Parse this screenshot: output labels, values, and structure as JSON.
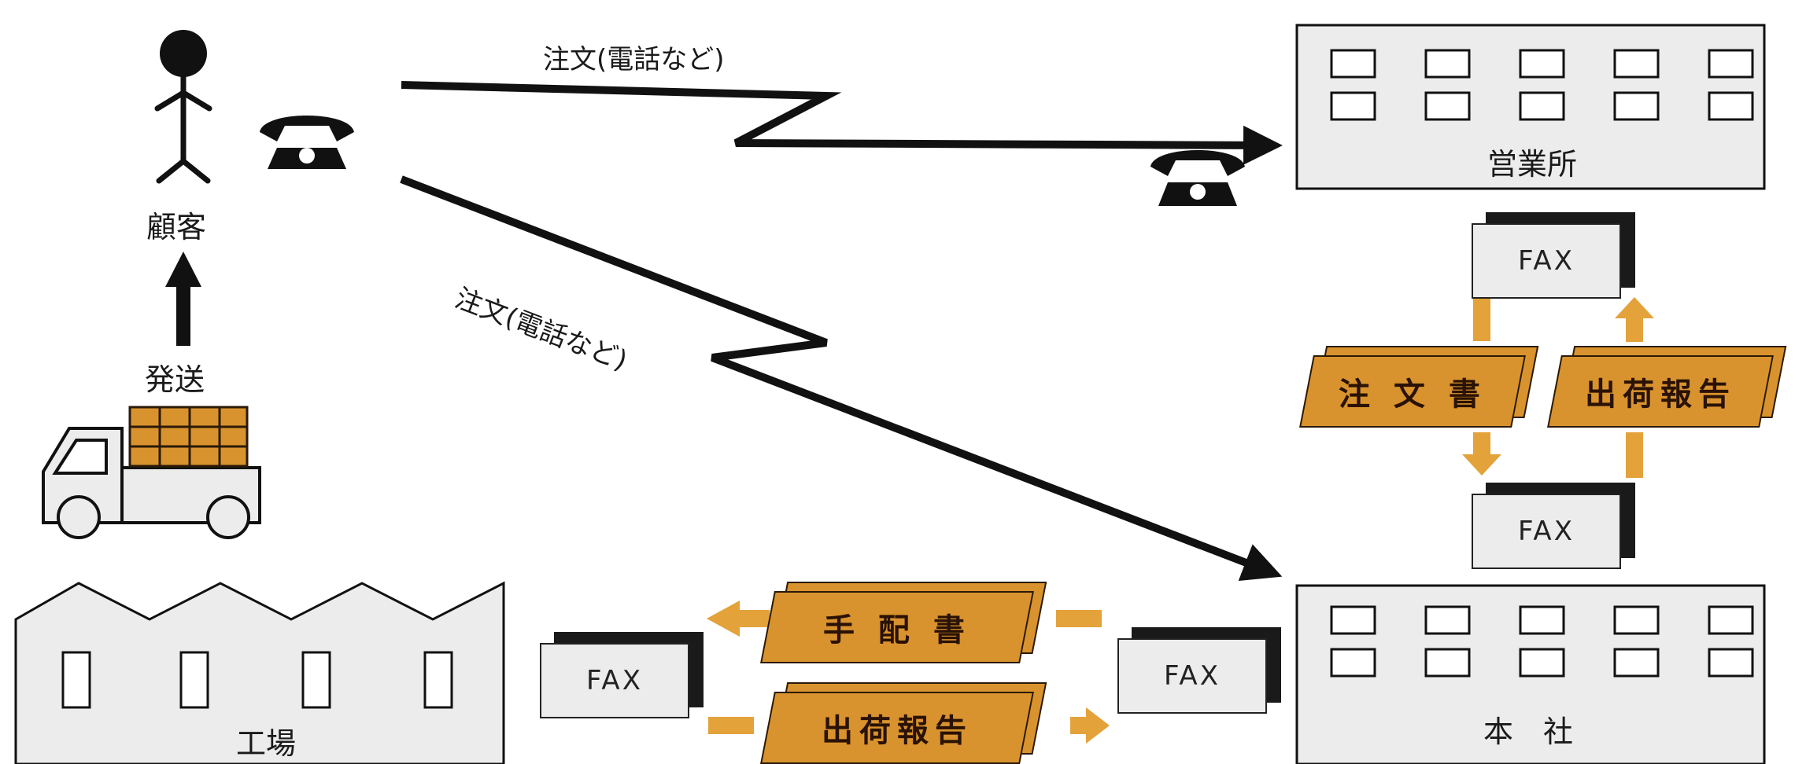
{
  "customer": {
    "label": "顧客"
  },
  "shipping": {
    "label": "発送"
  },
  "sales_office": {
    "label": "営業所"
  },
  "head_office": {
    "label": "本　社"
  },
  "factory": {
    "label": "工場"
  },
  "phone_orders": {
    "to_sales_office": "注文(電話など)",
    "to_head_office": "注文(電話など)"
  },
  "fax_machines": {
    "sales_office": "FAX",
    "head_office_top": "FAX",
    "head_office_left": "FAX",
    "factory": "FAX"
  },
  "documents": {
    "order_form": "注 文 書",
    "shipping_report_right": "出荷報告",
    "arrangement_form": "手 配 書",
    "shipping_report_bottom": "出荷報告"
  },
  "colors": {
    "document_fill": "#d9932e",
    "flow_arrow": "#e3a23a",
    "building_fill": "#ececec",
    "line": "#111111"
  }
}
